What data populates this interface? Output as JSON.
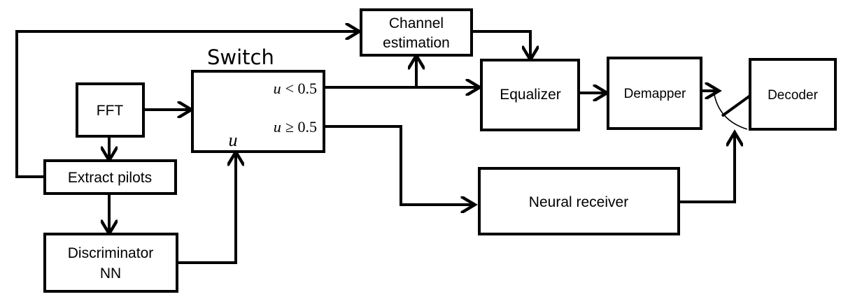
{
  "blocks": {
    "fft": "FFT",
    "extract_pilots": "Extract pilots",
    "discriminator_line1": "Discriminator",
    "discriminator_line2": "NN",
    "switch_title": "Switch",
    "channel_line1": "Channel",
    "channel_line2": "estimation",
    "equalizer": "Equalizer",
    "demapper": "Demapper",
    "decoder": "Decoder",
    "neural_receiver": "Neural receiver"
  },
  "switch": {
    "cond_low_var": "u",
    "cond_low_rest": "< 0.5",
    "cond_high_var": "u",
    "cond_high_rest": "≥ 0.5",
    "control_input": "u"
  },
  "colors": {
    "stroke": "#000000",
    "fill": "#ffffff"
  }
}
